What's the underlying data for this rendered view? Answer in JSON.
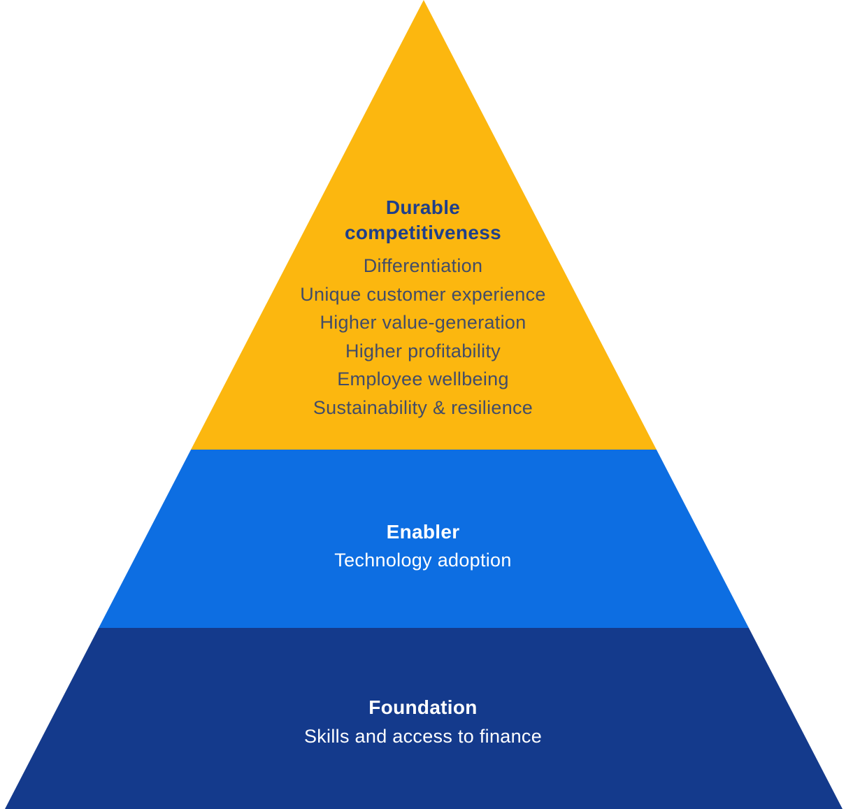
{
  "pyramid": {
    "description": "Three-tier pyramid diagram",
    "tiers": [
      {
        "level": "top",
        "title": "Durable competitiveness",
        "items": [
          "Differentiation",
          "Unique customer experience",
          "Higher value-generation",
          "Higher profitability",
          "Employee wellbeing",
          "Sustainability & resilience"
        ],
        "bg_color": "#FCB70F",
        "title_color": "#1F3F8A",
        "text_color": "#424C68"
      },
      {
        "level": "middle",
        "title": "Enabler",
        "subtitle": "Technology adoption",
        "bg_color": "#0D6EE2",
        "title_color": "#FFFFFF",
        "text_color": "#FFFFFF"
      },
      {
        "level": "bottom",
        "title": "Foundation",
        "subtitle": "Skills and access to finance",
        "bg_color": "#143A8C",
        "title_color": "#FFFFFF",
        "text_color": "#FFFFFF"
      }
    ]
  }
}
